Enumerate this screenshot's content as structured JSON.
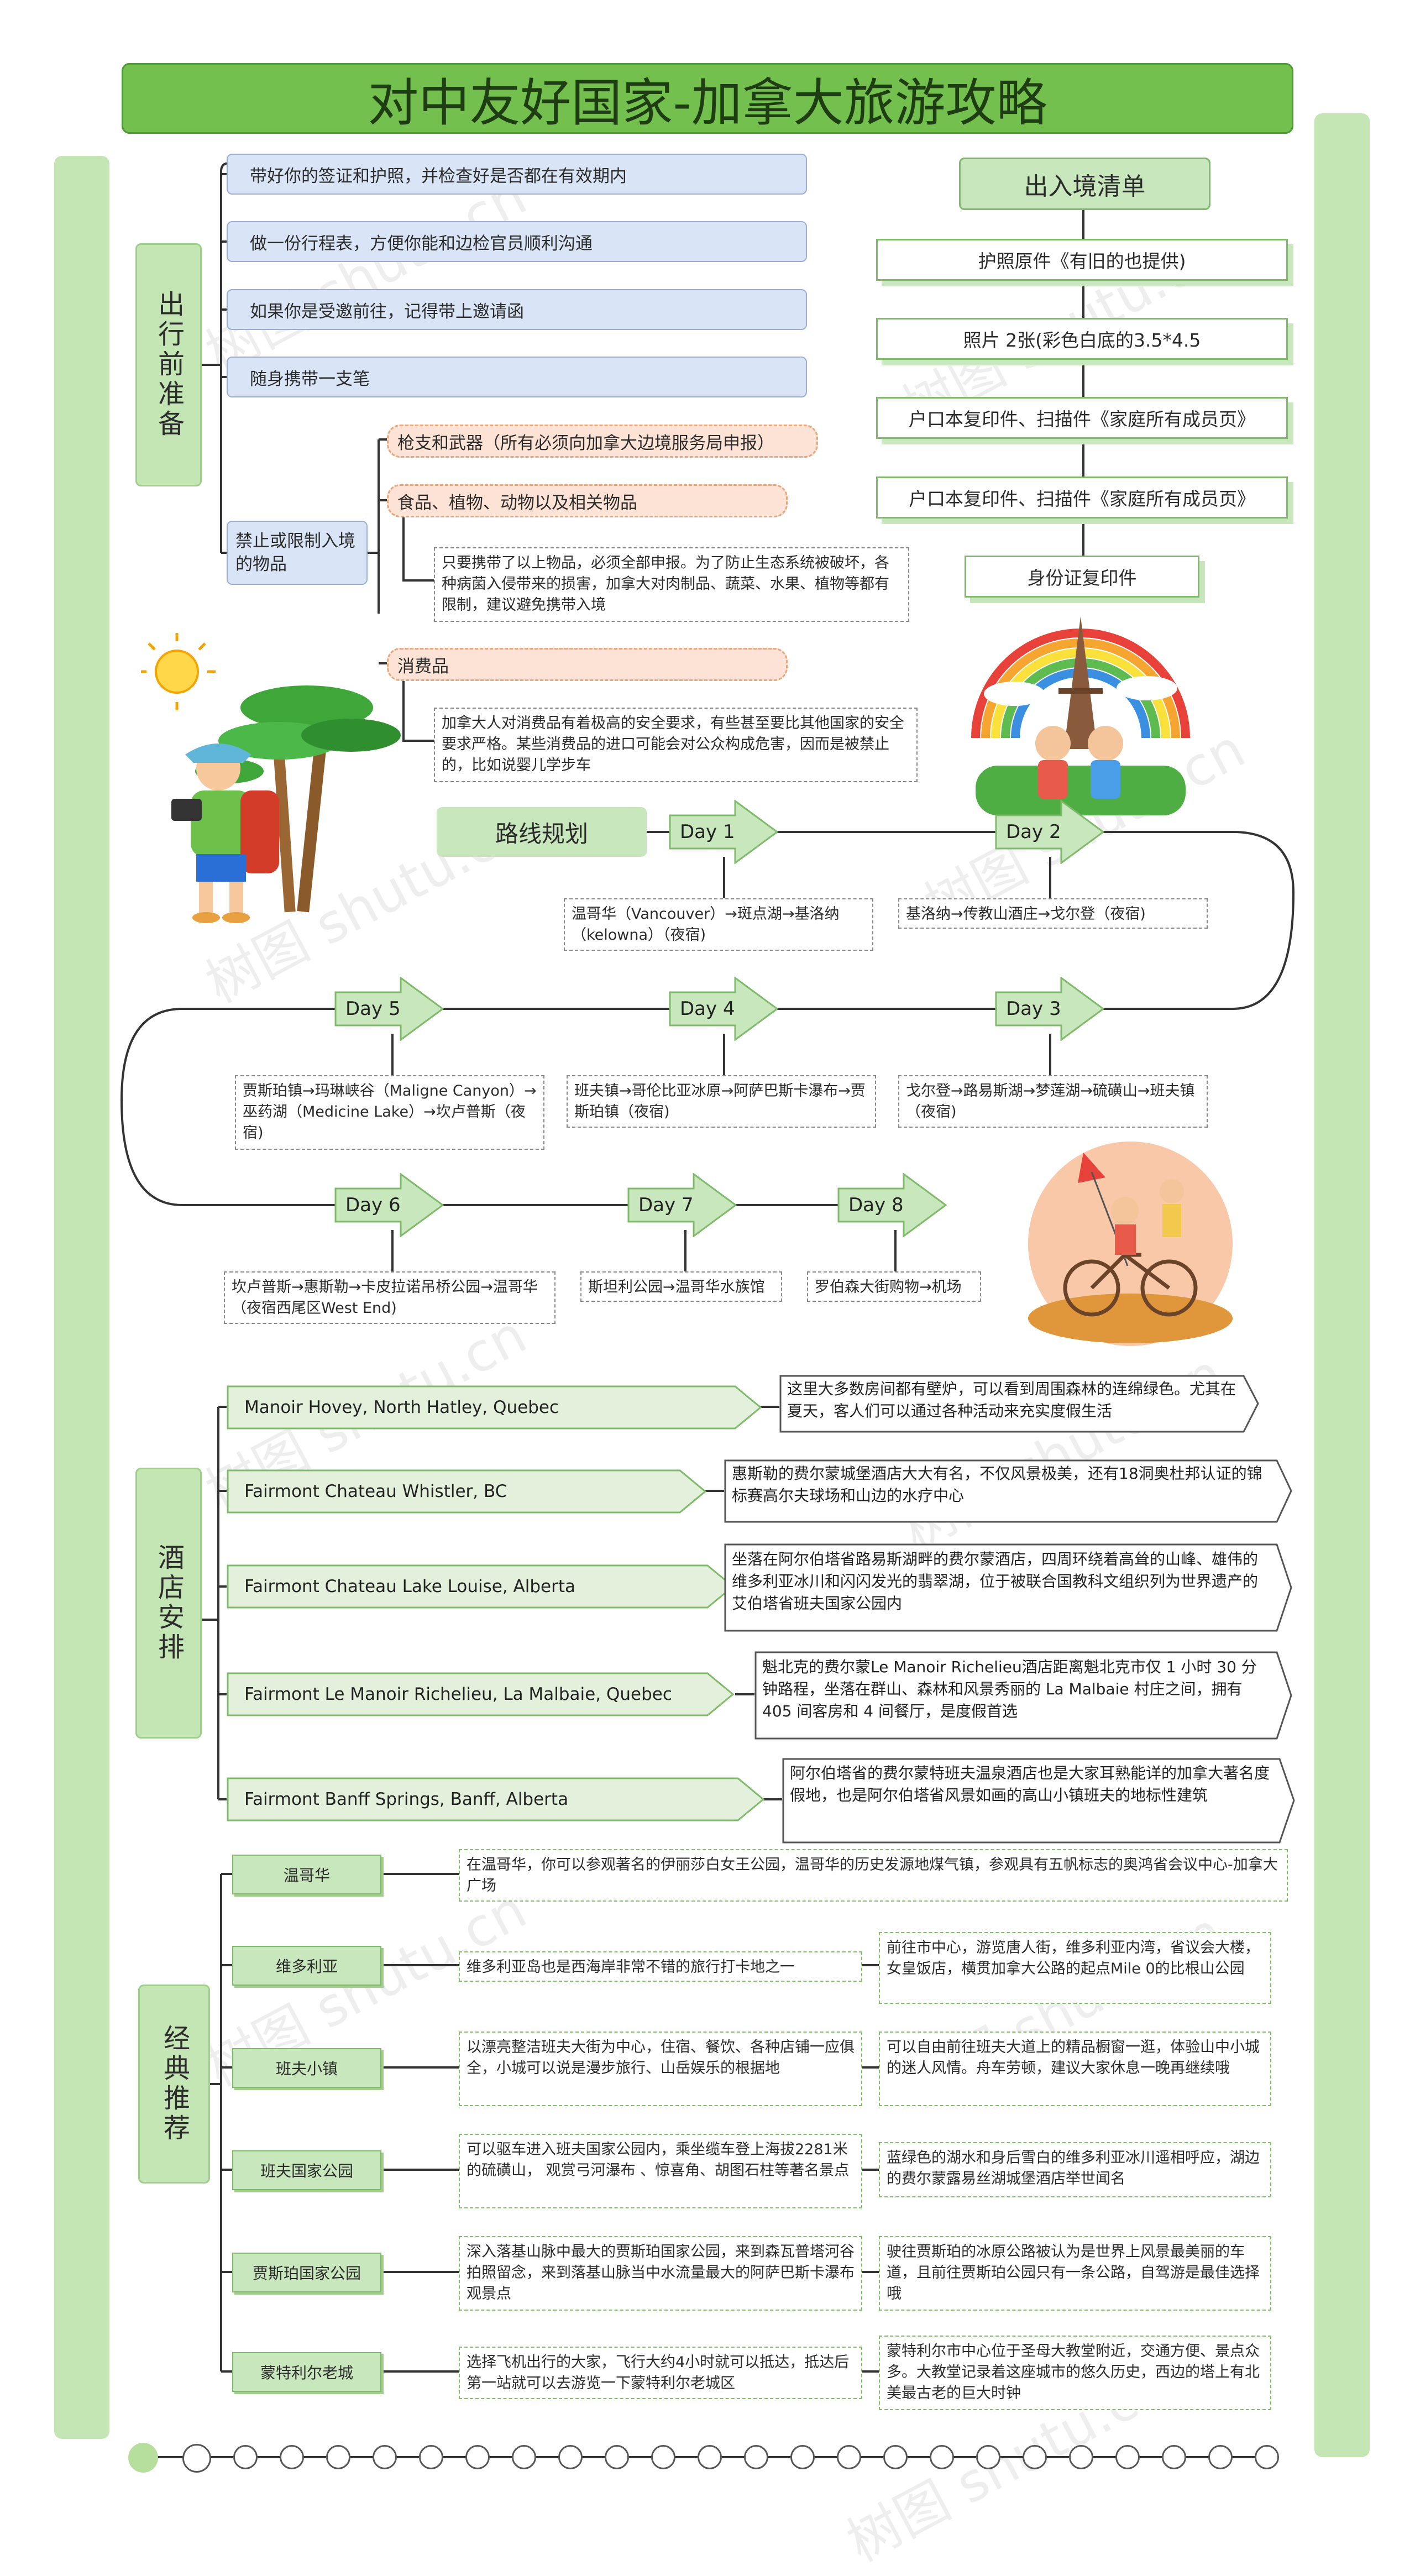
{
  "title": "对中友好国家-加拿大旅游攻略",
  "watermark": "树图 shutu.cn",
  "sections": {
    "before": "出行前准备",
    "hotel": "酒店安排",
    "recommend": "经典推荐"
  },
  "before_items": [
    "带好你的签证和护照，并检查好是否都在有效期内",
    "做一份行程表，方便你能和边检官员顺利沟通",
    "如果你是受邀前往，记得带上邀请函",
    "随身携带一支笔"
  ],
  "restricted": {
    "label": "禁止或限制入境的物品",
    "items": {
      "guns": "枪支和武器（所有必须向加拿大边境服务局申报）",
      "food": "食品、植物、动物以及相关物品",
      "food_note": "只要携带了以上物品，必须全部申报。为了防止生态系统被破坏，各种病菌入侵带来的损害，加拿大对肉制品、蔬菜、水果、植物等都有限制，建议避免携带入境",
      "consumer": "消费品",
      "consumer_note": "加拿大人对消费品有着极高的安全要求，有些甚至要比其他国家的安全要求严格。某些消费品的进口可能会对公众构成危害，因而是被禁止的，比如说婴儿学步车"
    }
  },
  "checklist": {
    "title": "出入境清单",
    "items": [
      "护照原件《有旧的也提供)",
      "照片 2张(彩色白底的3.5*4.5",
      "户口本复印件、扫描件《家庭所有成员页》",
      "户口本复印件、扫描件《家庭所有成员页》",
      "身份证复印件"
    ]
  },
  "route": {
    "label": "路线规划",
    "days": [
      {
        "day": "Day 1",
        "text": "温哥华（Vancouver）→斑点湖→基洛纳（kelowna）（夜宿)"
      },
      {
        "day": "Day 2",
        "text": "基洛纳→传教山酒庄→戈尔登（夜宿)"
      },
      {
        "day": "Day 3",
        "text": "戈尔登→路易斯湖→梦莲湖→硫磺山→班夫镇（夜宿)"
      },
      {
        "day": "Day 4",
        "text": "班夫镇→哥伦比亚冰原→阿萨巴斯卡瀑布→贾斯珀镇（夜宿)"
      },
      {
        "day": "Day 5",
        "text": "贾斯珀镇→玛琳峡谷（Maligne Canyon）→巫药湖（Medicine Lake）→坎卢普斯（夜宿)"
      },
      {
        "day": "Day 6",
        "text": "坎卢普斯→惠斯勒→卡皮拉诺吊桥公园→温哥华（夜宿西尾区West End)"
      },
      {
        "day": "Day 7",
        "text": "斯坦利公园→温哥华水族馆"
      },
      {
        "day": "Day 8",
        "text": "罗伯森大街购物→机场"
      }
    ]
  },
  "hotels": [
    {
      "name": "Manoir Hovey, North Hatley, Quebec",
      "desc": "这里大多数房间都有壁炉，可以看到周围森林的连绵绿色。尤其在夏天，客人们可以通过各种活动来充实度假生活"
    },
    {
      "name": "Fairmont Chateau Whistler, BC",
      "desc": "惠斯勒的费尔蒙城堡酒店大大有名，不仅风景极美，还有18洞奥杜邦认证的锦标赛高尔夫球场和山边的水疗中心"
    },
    {
      "name": "Fairmont Chateau Lake Louise, Alberta",
      "desc": "坐落在阿尔伯塔省路易斯湖畔的费尔蒙酒店，四周环绕着高耸的山峰、雄伟的维多利亚冰川和闪闪发光的翡翠湖，位于被联合国教科文组织列为世界遗产的艾伯塔省班夫国家公园内"
    },
    {
      "name": "Fairmont Le Manoir Richelieu, La Malbaie, Quebec",
      "desc": "魁北克的费尔蒙Le Manoir Richelieu酒店距离魁北克市仅 1 小时 30 分钟路程，坐落在群山、森林和风景秀丽的 La Malbaie 村庄之间，拥有 405 间客房和 4 间餐厅，是度假首选"
    },
    {
      "name": "Fairmont Banff Springs, Banff, Alberta",
      "desc": "阿尔伯塔省的费尔蒙特班夫温泉酒店也是大家耳熟能详的加拿大著名度假地，也是阿尔伯塔省风景如画的高山小镇班夫的地标性建筑"
    }
  ],
  "recommend": [
    {
      "name": "温哥华",
      "text1": "在温哥华，你可以参观著名的伊丽莎白女王公园，温哥华的历史发源地煤气镇，参观具有五帆标志的奥鸿省会议中心-加拿大广场",
      "text2": ""
    },
    {
      "name": "维多利亚",
      "text1": "维多利亚岛也是西海岸非常不错的旅行打卡地之一",
      "text2": "前往市中心，游览唐人街，维多利亚内湾，省议会大楼，女皇饭店，横贯加拿大公路的起点Mile 0的比根山公园"
    },
    {
      "name": "班夫小镇",
      "text1": "以漂亮整洁班夫大街为中心，住宿、餐饮、各种店铺一应俱全，小城可以说是漫步旅行、山岳娱乐的根据地",
      "text2": "可以自由前往班夫大道上的精品橱窗一逛，体验山中小城的迷人风情。舟车劳顿，建议大家休息一晚再继续哦"
    },
    {
      "name": "班夫国家公园",
      "text1": "可以驱车进入班夫国家公园内，乘坐缆车登上海拔2281米的硫磺山， 观赏弓河瀑布 、惊喜角、胡图石柱等著名景点",
      "text2": "蓝绿色的湖水和身后雪白的维多利亚冰川遥相呼应，湖边的费尔蒙露易丝湖城堡酒店举世闻名"
    },
    {
      "name": "贾斯珀国家公园",
      "text1": "深入落基山脉中最大的贾斯珀国家公园，来到森瓦普塔河谷拍照留念，来到落基山脉当中水流量最大的阿萨巴斯卡瀑布观景点",
      "text2": "驶往贾斯珀的冰原公路被认为是世界上风景最美丽的车道，且前往贾斯珀公园只有一条公路，自驾游是最佳选择哦"
    },
    {
      "name": "蒙特利尔老城",
      "text1": "选择飞机出行的大家，飞行大约4小时就可以抵达，抵达后第一站就可以去游览一下蒙特利尔老城区",
      "text2": "蒙特利尔市中心位于圣母大教堂附近，交通方便、景点众多。大教堂记录着这座城市的悠久历史，西边的塔上有北美最古老的巨大时钟"
    }
  ],
  "colors": {
    "green": "#74c04f",
    "light_green": "#c9e7bc",
    "blue": "#d9e5f6",
    "peach": "#fde3d5"
  }
}
